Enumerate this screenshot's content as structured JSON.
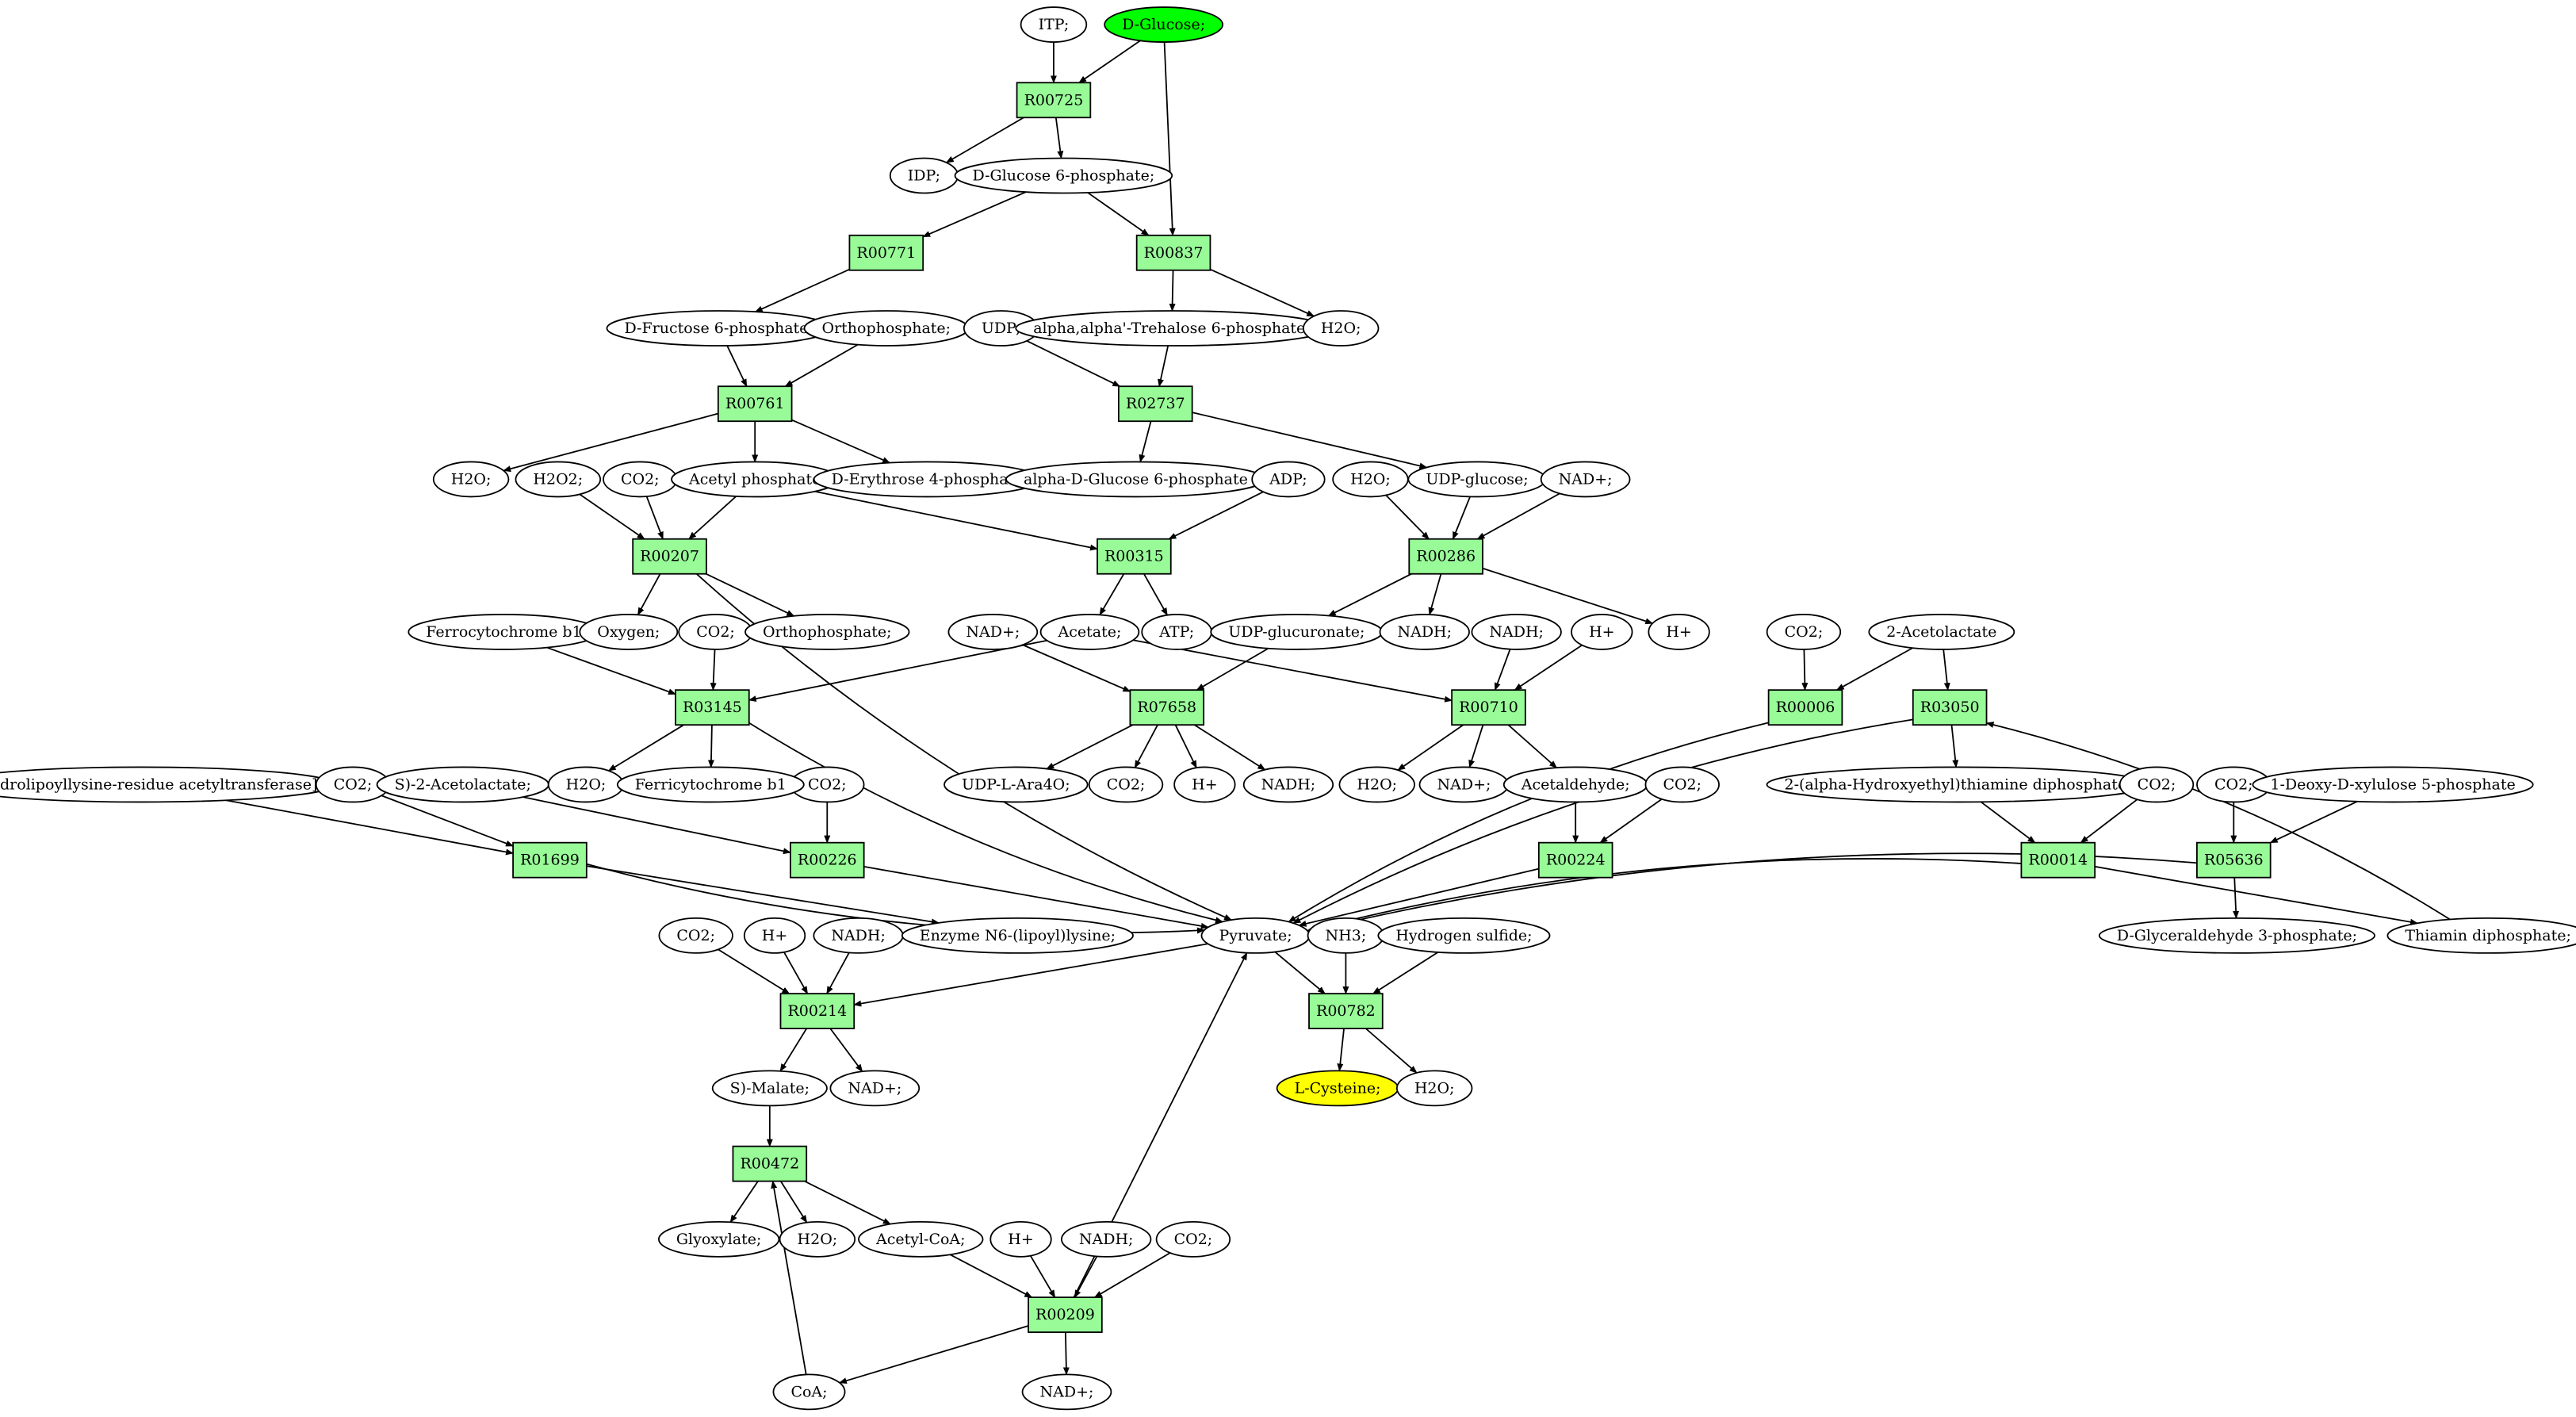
{
  "colors": {
    "reaction": "#98fb98",
    "compound": "#ffffff",
    "source": "#00ff00",
    "target": "#ffff00",
    "edge": "#000000"
  },
  "nodes": [
    {
      "id": "itp",
      "kind": "compound",
      "label": "ITP;"
    },
    {
      "id": "dglucose",
      "kind": "source",
      "label": "D-Glucose;"
    },
    {
      "id": "r00725",
      "kind": "reaction",
      "label": "R00725"
    },
    {
      "id": "idp",
      "kind": "compound",
      "label": "IDP;"
    },
    {
      "id": "g6p",
      "kind": "compound",
      "label": "D-Glucose 6-phosphate;"
    },
    {
      "id": "r00771",
      "kind": "reaction",
      "label": "R00771"
    },
    {
      "id": "r00837",
      "kind": "reaction",
      "label": "R00837"
    },
    {
      "id": "f6p",
      "kind": "compound",
      "label": "D-Fructose 6-phosphate;"
    },
    {
      "id": "ortho1",
      "kind": "compound",
      "label": "Orthophosphate;"
    },
    {
      "id": "udp",
      "kind": "compound",
      "label": "UDP;"
    },
    {
      "id": "tre6p",
      "kind": "compound",
      "label": "alpha,alpha'-Trehalose 6-phosphate;"
    },
    {
      "id": "h2o_a",
      "kind": "compound",
      "label": "H2O;"
    },
    {
      "id": "r00761",
      "kind": "reaction",
      "label": "R00761"
    },
    {
      "id": "r02737",
      "kind": "reaction",
      "label": "R02737"
    },
    {
      "id": "h2o_b",
      "kind": "compound",
      "label": "H2O;"
    },
    {
      "id": "h2o2",
      "kind": "compound",
      "label": "H2O2;"
    },
    {
      "id": "co2_1",
      "kind": "compound",
      "label": "CO2;"
    },
    {
      "id": "acp",
      "kind": "compound",
      "label": "Acetyl phosphate"
    },
    {
      "id": "e4p",
      "kind": "compound",
      "label": "D-Erythrose 4-phosphate"
    },
    {
      "id": "adg6p",
      "kind": "compound",
      "label": "alpha-D-Glucose 6-phosphate"
    },
    {
      "id": "adp",
      "kind": "compound",
      "label": "ADP;"
    },
    {
      "id": "h2o_c",
      "kind": "compound",
      "label": "H2O;"
    },
    {
      "id": "udpg",
      "kind": "compound",
      "label": "UDP-glucose;"
    },
    {
      "id": "nadp1",
      "kind": "compound",
      "label": "NAD+;"
    },
    {
      "id": "r00207",
      "kind": "reaction",
      "label": "R00207"
    },
    {
      "id": "r00315",
      "kind": "reaction",
      "label": "R00315"
    },
    {
      "id": "r00286",
      "kind": "reaction",
      "label": "R00286"
    },
    {
      "id": "ferro",
      "kind": "compound",
      "label": "Ferrocytochrome b1"
    },
    {
      "id": "oxygen",
      "kind": "compound",
      "label": "Oxygen;"
    },
    {
      "id": "co2_2",
      "kind": "compound",
      "label": "CO2;"
    },
    {
      "id": "ortho2",
      "kind": "compound",
      "label": "Orthophosphate;"
    },
    {
      "id": "nadp2",
      "kind": "compound",
      "label": "NAD+;"
    },
    {
      "id": "acetate",
      "kind": "compound",
      "label": "Acetate;"
    },
    {
      "id": "atp",
      "kind": "compound",
      "label": "ATP;"
    },
    {
      "id": "udpgluc",
      "kind": "compound",
      "label": "UDP-glucuronate;"
    },
    {
      "id": "nadh1",
      "kind": "compound",
      "label": "NADH;"
    },
    {
      "id": "nadh2",
      "kind": "compound",
      "label": "NADH;"
    },
    {
      "id": "hplus1",
      "kind": "compound",
      "label": "H+"
    },
    {
      "id": "hplus2",
      "kind": "compound",
      "label": "H+"
    },
    {
      "id": "co2_3",
      "kind": "compound",
      "label": "CO2;"
    },
    {
      "id": "acetolac2",
      "kind": "compound",
      "label": "2-Acetolactate"
    },
    {
      "id": "r03145",
      "kind": "reaction",
      "label": "R03145"
    },
    {
      "id": "r07658",
      "kind": "reaction",
      "label": "R07658"
    },
    {
      "id": "r00710",
      "kind": "reaction",
      "label": "R00710"
    },
    {
      "id": "r00006",
      "kind": "reaction",
      "label": "R00006"
    },
    {
      "id": "r03050",
      "kind": "reaction",
      "label": "R03050"
    },
    {
      "id": "dlat",
      "kind": "compound",
      "label": "Dihydrolipoyllysine-residue acetyltransferase]"
    },
    {
      "id": "co2_4",
      "kind": "compound",
      "label": "CO2;"
    },
    {
      "id": "sacetolac",
      "kind": "compound",
      "label": "S)-2-Acetolactate;"
    },
    {
      "id": "co2_5",
      "kind": "compound",
      "label": "CO2;"
    },
    {
      "id": "h2o_d",
      "kind": "compound",
      "label": "H2O;"
    },
    {
      "id": "ferri",
      "kind": "compound",
      "label": "Ferricytochrome b1"
    },
    {
      "id": "udpara",
      "kind": "compound",
      "label": "UDP-L-Ara4O;"
    },
    {
      "id": "co2_6",
      "kind": "compound",
      "label": "CO2;"
    },
    {
      "id": "hplus3",
      "kind": "compound",
      "label": "H+"
    },
    {
      "id": "nadh3",
      "kind": "compound",
      "label": "NADH;"
    },
    {
      "id": "h2o_e",
      "kind": "compound",
      "label": "H2O;"
    },
    {
      "id": "nadp3",
      "kind": "compound",
      "label": "NAD+;"
    },
    {
      "id": "acald",
      "kind": "compound",
      "label": "Acetaldehyde;"
    },
    {
      "id": "co2_7",
      "kind": "compound",
      "label": "CO2;"
    },
    {
      "id": "hethdp",
      "kind": "compound",
      "label": "2-(alpha-Hydroxyethyl)thiamine diphosphate;"
    },
    {
      "id": "co2_8",
      "kind": "compound",
      "label": "CO2;"
    },
    {
      "id": "co2_9",
      "kind": "compound",
      "label": "CO2;"
    },
    {
      "id": "dxp",
      "kind": "compound",
      "label": "1-Deoxy-D-xylulose 5-phosphate"
    },
    {
      "id": "r01699",
      "kind": "reaction",
      "label": "R01699"
    },
    {
      "id": "r00226",
      "kind": "reaction",
      "label": "R00226"
    },
    {
      "id": "r00224",
      "kind": "reaction",
      "label": "R00224"
    },
    {
      "id": "r00014",
      "kind": "reaction",
      "label": "R00014"
    },
    {
      "id": "r05636",
      "kind": "reaction",
      "label": "R05636"
    },
    {
      "id": "co2_10",
      "kind": "compound",
      "label": "CO2;"
    },
    {
      "id": "hplus4",
      "kind": "compound",
      "label": "H+"
    },
    {
      "id": "nadh4",
      "kind": "compound",
      "label": "NADH;"
    },
    {
      "id": "lipoyl",
      "kind": "compound",
      "label": "Enzyme N6-(lipoyl)lysine;"
    },
    {
      "id": "pyruvate",
      "kind": "compound",
      "label": "Pyruvate;"
    },
    {
      "id": "nh3",
      "kind": "compound",
      "label": "NH3;"
    },
    {
      "id": "h2s",
      "kind": "compound",
      "label": "Hydrogen sulfide;"
    },
    {
      "id": "gap",
      "kind": "compound",
      "label": "D-Glyceraldehyde 3-phosphate;"
    },
    {
      "id": "tpp",
      "kind": "compound",
      "label": "Thiamin diphosphate;"
    },
    {
      "id": "r00214",
      "kind": "reaction",
      "label": "R00214"
    },
    {
      "id": "r00782",
      "kind": "reaction",
      "label": "R00782"
    },
    {
      "id": "smalate",
      "kind": "compound",
      "label": "S)-Malate;"
    },
    {
      "id": "nadp4",
      "kind": "compound",
      "label": "NAD+;"
    },
    {
      "id": "lcys",
      "kind": "target",
      "label": "L-Cysteine;"
    },
    {
      "id": "h2o_f",
      "kind": "compound",
      "label": "H2O;"
    },
    {
      "id": "r00472",
      "kind": "reaction",
      "label": "R00472"
    },
    {
      "id": "glyox",
      "kind": "compound",
      "label": "Glyoxylate;"
    },
    {
      "id": "h2o_g",
      "kind": "compound",
      "label": "H2O;"
    },
    {
      "id": "acoa",
      "kind": "compound",
      "label": "Acetyl-CoA;"
    },
    {
      "id": "hplus5",
      "kind": "compound",
      "label": "H+"
    },
    {
      "id": "nadh5",
      "kind": "compound",
      "label": "NADH;"
    },
    {
      "id": "co2_11",
      "kind": "compound",
      "label": "CO2;"
    },
    {
      "id": "r00209",
      "kind": "reaction",
      "label": "R00209"
    },
    {
      "id": "coa",
      "kind": "compound",
      "label": "CoA;"
    },
    {
      "id": "nadp5",
      "kind": "compound",
      "label": "NAD+;"
    }
  ],
  "edges": [
    [
      "itp",
      "r00725"
    ],
    [
      "dglucose",
      "r00725"
    ],
    [
      "r00725",
      "idp"
    ],
    [
      "r00725",
      "g6p"
    ],
    [
      "dglucose",
      "r00837"
    ],
    [
      "g6p",
      "r00771"
    ],
    [
      "g6p",
      "r00837"
    ],
    [
      "r00771",
      "f6p"
    ],
    [
      "r00837",
      "tre6p"
    ],
    [
      "r00837",
      "h2o_a"
    ],
    [
      "f6p",
      "r00761"
    ],
    [
      "ortho1",
      "r00761"
    ],
    [
      "udp",
      "r02737"
    ],
    [
      "tre6p",
      "r02737"
    ],
    [
      "r00761",
      "h2o_b"
    ],
    [
      "r00761",
      "acp"
    ],
    [
      "r00761",
      "e4p"
    ],
    [
      "r02737",
      "adg6p"
    ],
    [
      "r02737",
      "udpg"
    ],
    [
      "h2o2",
      "r00207"
    ],
    [
      "co2_1",
      "r00207"
    ],
    [
      "acp",
      "r00207"
    ],
    [
      "acp",
      "r00315"
    ],
    [
      "adp",
      "r00315"
    ],
    [
      "h2o_c",
      "r00286"
    ],
    [
      "udpg",
      "r00286"
    ],
    [
      "nadp1",
      "r00286"
    ],
    [
      "r00207",
      "oxygen"
    ],
    [
      "r00207",
      "ortho2"
    ],
    [
      "r00207",
      "pyruvate"
    ],
    [
      "r00315",
      "acetate"
    ],
    [
      "r00315",
      "atp"
    ],
    [
      "r00286",
      "udpgluc"
    ],
    [
      "r00286",
      "nadh1"
    ],
    [
      "r00286",
      "hplus2"
    ],
    [
      "ferro",
      "r03145"
    ],
    [
      "co2_2",
      "r03145"
    ],
    [
      "acetate",
      "r03145"
    ],
    [
      "nadp2",
      "r07658"
    ],
    [
      "udpgluc",
      "r07658"
    ],
    [
      "acetate",
      "r00710"
    ],
    [
      "nadh2",
      "r00710"
    ],
    [
      "hplus1",
      "r00710"
    ],
    [
      "co2_3",
      "r00006"
    ],
    [
      "acetolac2",
      "r00006"
    ],
    [
      "acetolac2",
      "r03050"
    ],
    [
      "r03145",
      "h2o_d"
    ],
    [
      "r03145",
      "ferri"
    ],
    [
      "r03145",
      "pyruvate"
    ],
    [
      "r07658",
      "udpara"
    ],
    [
      "r07658",
      "co2_6"
    ],
    [
      "r07658",
      "hplus3"
    ],
    [
      "r07658",
      "nadh3"
    ],
    [
      "r00710",
      "h2o_e"
    ],
    [
      "r00710",
      "nadp3"
    ],
    [
      "r00710",
      "acald"
    ],
    [
      "r00006",
      "pyruvate"
    ],
    [
      "r03050",
      "pyruvate"
    ],
    [
      "r03050",
      "hethdp"
    ],
    [
      "dlat",
      "r01699"
    ],
    [
      "co2_4",
      "r01699"
    ],
    [
      "sacetolac",
      "r00226"
    ],
    [
      "co2_5",
      "r00226"
    ],
    [
      "acald",
      "r00224"
    ],
    [
      "co2_7",
      "r00224"
    ],
    [
      "hethdp",
      "r00014"
    ],
    [
      "co2_8",
      "r00014"
    ],
    [
      "co2_9",
      "r05636"
    ],
    [
      "dxp",
      "r05636"
    ],
    [
      "r01699",
      "lipoyl"
    ],
    [
      "r01699",
      "pyruvate"
    ],
    [
      "r00226",
      "pyruvate"
    ],
    [
      "r00224",
      "pyruvate"
    ],
    [
      "r00014",
      "pyruvate"
    ],
    [
      "r00014",
      "tpp"
    ],
    [
      "r05636",
      "pyruvate"
    ],
    [
      "r05636",
      "gap"
    ],
    [
      "tpp",
      "r03050"
    ],
    [
      "co2_10",
      "r00214"
    ],
    [
      "hplus4",
      "r00214"
    ],
    [
      "nadh4",
      "r00214"
    ],
    [
      "pyruvate",
      "r00214"
    ],
    [
      "pyruvate",
      "r00782"
    ],
    [
      "nh3",
      "r00782"
    ],
    [
      "h2s",
      "r00782"
    ],
    [
      "r00214",
      "smalate"
    ],
    [
      "r00214",
      "nadp4"
    ],
    [
      "r00782",
      "lcys"
    ],
    [
      "r00782",
      "h2o_f"
    ],
    [
      "smalate",
      "r00472"
    ],
    [
      "r00472",
      "glyox"
    ],
    [
      "r00472",
      "h2o_g"
    ],
    [
      "r00472",
      "acoa"
    ],
    [
      "acoa",
      "r00209"
    ],
    [
      "hplus5",
      "r00209"
    ],
    [
      "nadh5",
      "r00209"
    ],
    [
      "co2_11",
      "r00209"
    ],
    [
      "r00209",
      "coa"
    ],
    [
      "r00209",
      "nadp5"
    ],
    [
      "r00209",
      "pyruvate"
    ],
    [
      "coa",
      "r00472"
    ]
  ]
}
